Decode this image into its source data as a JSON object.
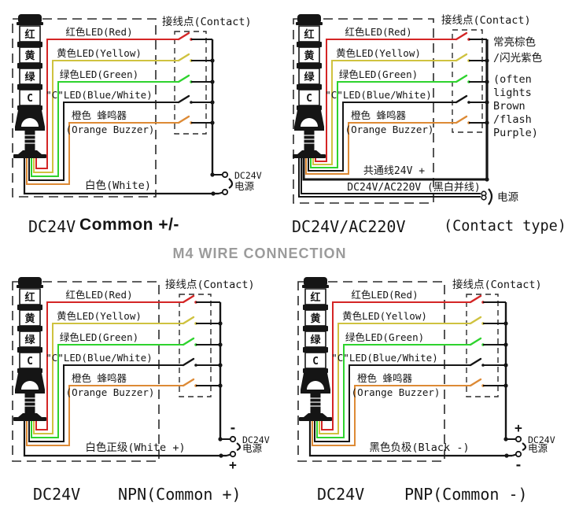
{
  "page": {
    "title": "M4 WIRE CONNECTION",
    "background": "#ffffff",
    "title_color": "#9b9b9b"
  },
  "colors": {
    "red": "#d42525",
    "yellow": "#cfc23f",
    "green": "#2ed32e",
    "blue_white": "#151515",
    "orange": "#dd8a35",
    "line": "#151515"
  },
  "tower_segments": [
    "红",
    "黄",
    "绿",
    "C"
  ],
  "contact_label": "接线点(Contact)",
  "wires": [
    {
      "id": "red",
      "label": "红色LED(Red)",
      "color_key": "red"
    },
    {
      "id": "yellow",
      "label": "黄色LED(Yellow)",
      "color_key": "yellow"
    },
    {
      "id": "green",
      "label": "绿色LED(Green)",
      "color_key": "green"
    },
    {
      "id": "c",
      "label": "\"C\"LED(Blue/White)",
      "color_key": "blue_white"
    },
    {
      "id": "orange",
      "label": "橙色 蜂鸣器",
      "label_line2": "(Orange Buzzer)",
      "color_key": "orange"
    }
  ],
  "quadrants": [
    {
      "id": "dc24v-common",
      "caption_left": "DC24V",
      "caption_right": "Common +/-",
      "bottom_wire_label": "白色(White)",
      "power": {
        "line1": "DC24V",
        "line2": "电源"
      }
    },
    {
      "id": "dc24v-ac220v",
      "caption_left": "DC24V/AC220V",
      "caption_right": "(Contact type)",
      "common_wire_label": "共通线24V +",
      "double_wire_label": "DC24V/AC220V (黑白并线)",
      "annotation_lines": [
        "常亮棕色",
        "/闪光紫色",
        "(often",
        "lights",
        "Brown",
        "/flash",
        "Purple)"
      ],
      "power": {
        "line1": "电源"
      }
    },
    {
      "id": "dc24v-npn",
      "caption_left": "DC24V",
      "caption_right": "NPN(Common +)",
      "bottom_wire_label": "白色正级(White +)",
      "power": {
        "line1": "DC24V",
        "line2": "电源",
        "sign_top": "-",
        "sign_bottom": "+"
      }
    },
    {
      "id": "dc24v-pnp",
      "caption_left": "DC24V",
      "caption_right": "PNP(Common -)",
      "bottom_wire_label": "黑色负极(Black -)",
      "power": {
        "line1": "DC24V",
        "line2": "电源",
        "sign_top": "+",
        "sign_bottom": "-"
      }
    }
  ]
}
